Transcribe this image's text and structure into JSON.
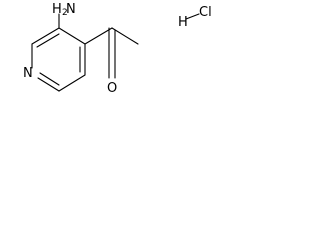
{
  "molecule": {
    "atoms": {
      "nitrogen_ring": "N",
      "amino_h": "H",
      "amino_subscript": "2",
      "amino_n": "N",
      "oxygen": "O",
      "salt_h": "H",
      "salt_cl": "Cl"
    }
  }
}
